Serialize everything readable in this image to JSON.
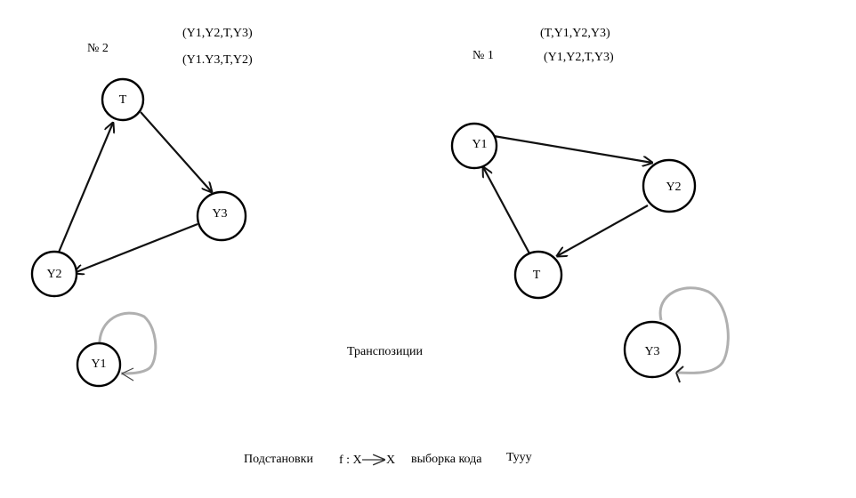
{
  "diagram_2": {
    "number": "№ 2",
    "perm1": "(Y1,Y2,T,Y3)",
    "perm2": "(Y1.Y3,T,Y2)",
    "nodes": {
      "t": "T",
      "y3": "Y3",
      "y2": "Y2",
      "y1": "Y1"
    }
  },
  "diagram_1": {
    "number": "№ 1",
    "perm1": "(T,Y1,Y2,Y3)",
    "perm2": "(Y1,Y2,T,Y3)",
    "nodes": {
      "y1": "Y1",
      "y2": "Y2",
      "t": "T",
      "y3": "Y3"
    }
  },
  "center_label": "Транспозиции",
  "footer": {
    "substitutions": "Подстановки",
    "mapping_f": "f : X",
    "mapping_x": "X",
    "sampling": "выборка кода",
    "code": "Tyyy"
  }
}
